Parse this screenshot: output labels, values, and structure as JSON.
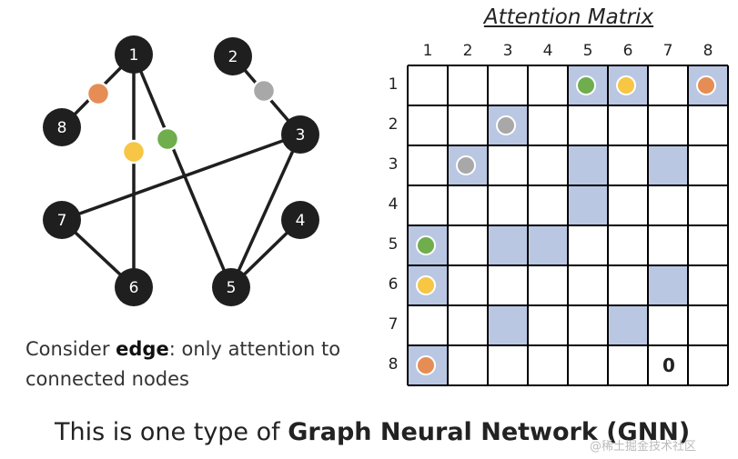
{
  "graph": {
    "nodes": [
      {
        "id": "1",
        "label": "1"
      },
      {
        "id": "2",
        "label": "2"
      },
      {
        "id": "3",
        "label": "3"
      },
      {
        "id": "4",
        "label": "4"
      },
      {
        "id": "5",
        "label": "5"
      },
      {
        "id": "6",
        "label": "6"
      },
      {
        "id": "7",
        "label": "7"
      },
      {
        "id": "8",
        "label": "8"
      }
    ],
    "edges": [
      {
        "from": "1",
        "to": "8",
        "dot": "orange"
      },
      {
        "from": "1",
        "to": "6",
        "dot": "yellow"
      },
      {
        "from": "1",
        "to": "5",
        "dot": "green"
      },
      {
        "from": "2",
        "to": "3",
        "dot": "gray"
      },
      {
        "from": "3",
        "to": "7",
        "dot": null
      },
      {
        "from": "3",
        "to": "5",
        "dot": null
      },
      {
        "from": "4",
        "to": "5",
        "dot": null
      },
      {
        "from": "7",
        "to": "6",
        "dot": null
      }
    ]
  },
  "colors": {
    "node": "#1f1f1f",
    "orange": "#e58d55",
    "yellow": "#f6c644",
    "green": "#6fad4d",
    "gray": "#a8a8a8",
    "highlight": "#b9c7e3"
  },
  "matrix": {
    "title": "Attention Matrix",
    "col_labels": [
      "1",
      "2",
      "3",
      "4",
      "5",
      "6",
      "7",
      "8"
    ],
    "row_labels": [
      "1",
      "2",
      "3",
      "4",
      "5",
      "6",
      "7",
      "8"
    ],
    "highlighted": [
      [
        1,
        5
      ],
      [
        1,
        6
      ],
      [
        1,
        8
      ],
      [
        2,
        3
      ],
      [
        3,
        2
      ],
      [
        3,
        5
      ],
      [
        3,
        7
      ],
      [
        4,
        5
      ],
      [
        5,
        1
      ],
      [
        5,
        3
      ],
      [
        5,
        4
      ],
      [
        6,
        1
      ],
      [
        6,
        7
      ],
      [
        7,
        3
      ],
      [
        7,
        6
      ],
      [
        8,
        1
      ]
    ],
    "dots": [
      {
        "row": 1,
        "col": 5,
        "color": "green"
      },
      {
        "row": 1,
        "col": 6,
        "color": "yellow"
      },
      {
        "row": 1,
        "col": 8,
        "color": "orange"
      },
      {
        "row": 2,
        "col": 3,
        "color": "gray"
      },
      {
        "row": 3,
        "col": 2,
        "color": "gray"
      },
      {
        "row": 5,
        "col": 1,
        "color": "green"
      },
      {
        "row": 6,
        "col": 1,
        "color": "yellow"
      },
      {
        "row": 8,
        "col": 1,
        "color": "orange"
      }
    ],
    "zero_text": "0",
    "zero_cell": {
      "row": 8,
      "col": 7
    }
  },
  "caption": {
    "pre": "Consider ",
    "bold": "edge",
    "post": ": only attention to connected nodes"
  },
  "footer": {
    "pre": "This is one type of ",
    "bold": "Graph Neural Network (GNN)"
  },
  "watermark": "@稀土掘金技术社区"
}
